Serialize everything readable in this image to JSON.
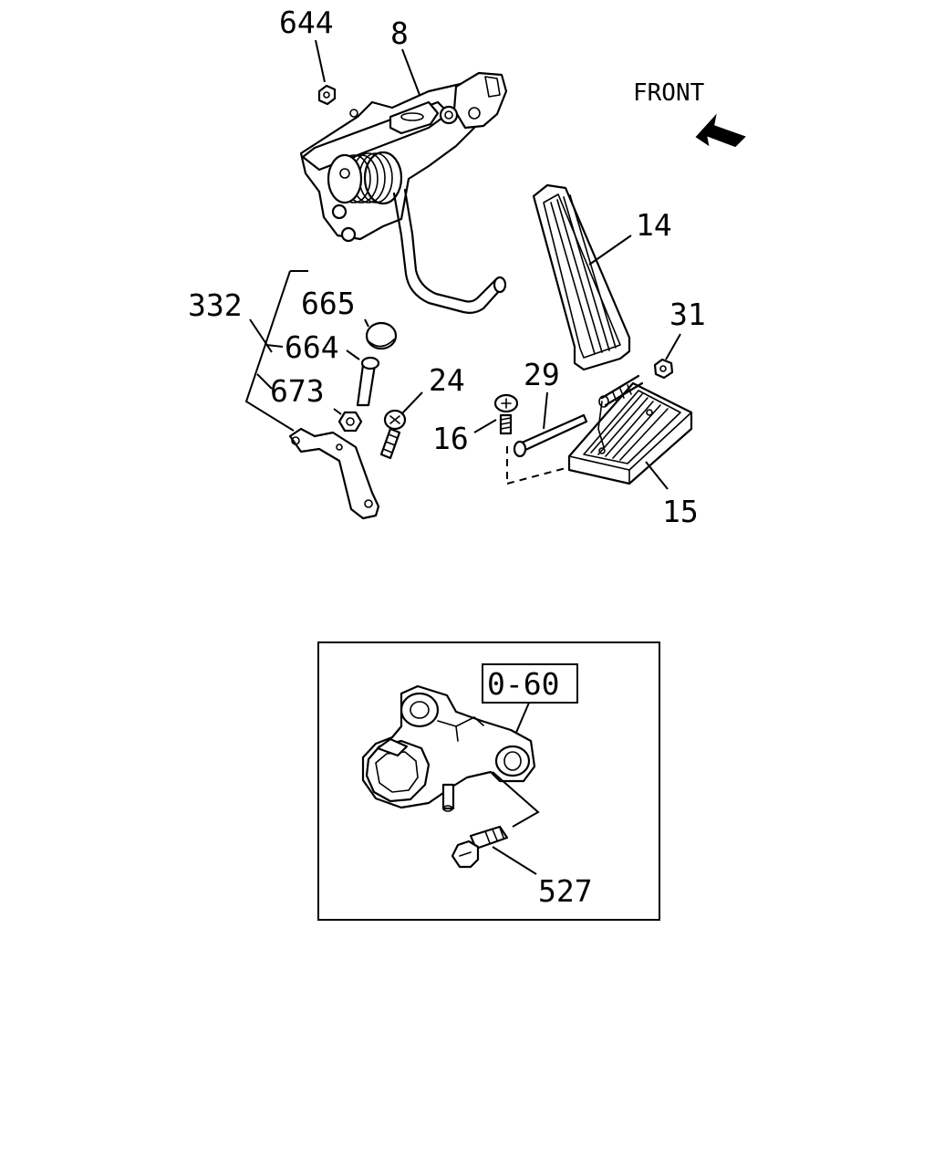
{
  "diagram": {
    "direction_label": "FRONT",
    "labels": {
      "p644": "644",
      "p8": "8",
      "p14": "14",
      "p31": "31",
      "p332": "332",
      "p665": "665",
      "p664": "664",
      "p673": "673",
      "p24": "24",
      "p29": "29",
      "p16": "16",
      "p15": "15"
    },
    "inset": {
      "ref_code": "0-60",
      "p527": "527"
    }
  }
}
